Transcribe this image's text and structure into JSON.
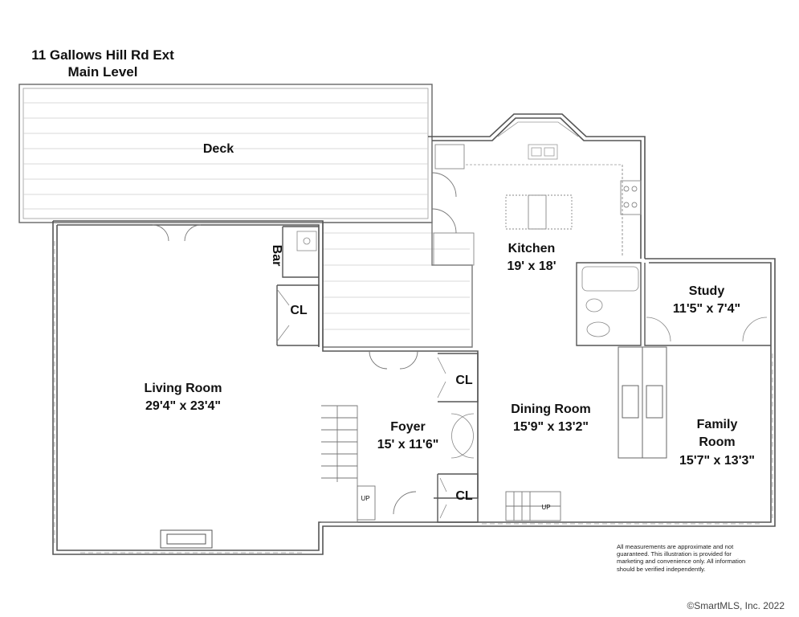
{
  "header": {
    "address": "11 Gallows Hill Rd Ext",
    "level": "Main Level"
  },
  "rooms": {
    "deck": {
      "name": "Deck"
    },
    "bar": {
      "name": "Bar"
    },
    "kitchen": {
      "name": "Kitchen",
      "dims": "19' x 18'"
    },
    "living_room": {
      "name": "Living Room",
      "dims": "29'4\" x 23'4\""
    },
    "foyer": {
      "name": "Foyer",
      "dims": "15' x 11'6\""
    },
    "dining_room": {
      "name": "Dining Room",
      "dims": "15'9\" x 13'2\""
    },
    "study": {
      "name": "Study",
      "dims": "11'5\" x 7'4\""
    },
    "family_room": {
      "name": "Family",
      "name2": "Room",
      "dims": "15'7\" x 13'3\""
    }
  },
  "closets": {
    "label": "CL"
  },
  "stairs": {
    "label": "UP"
  },
  "disclaimer": {
    "line1": "All measurements are approximate and not",
    "line2": "guaranteed. This illustration is provided for",
    "line3": "marketing and convenience only. All information",
    "line4": "should be verified independently."
  },
  "copyright": "©SmartMLS, Inc.  2022"
}
